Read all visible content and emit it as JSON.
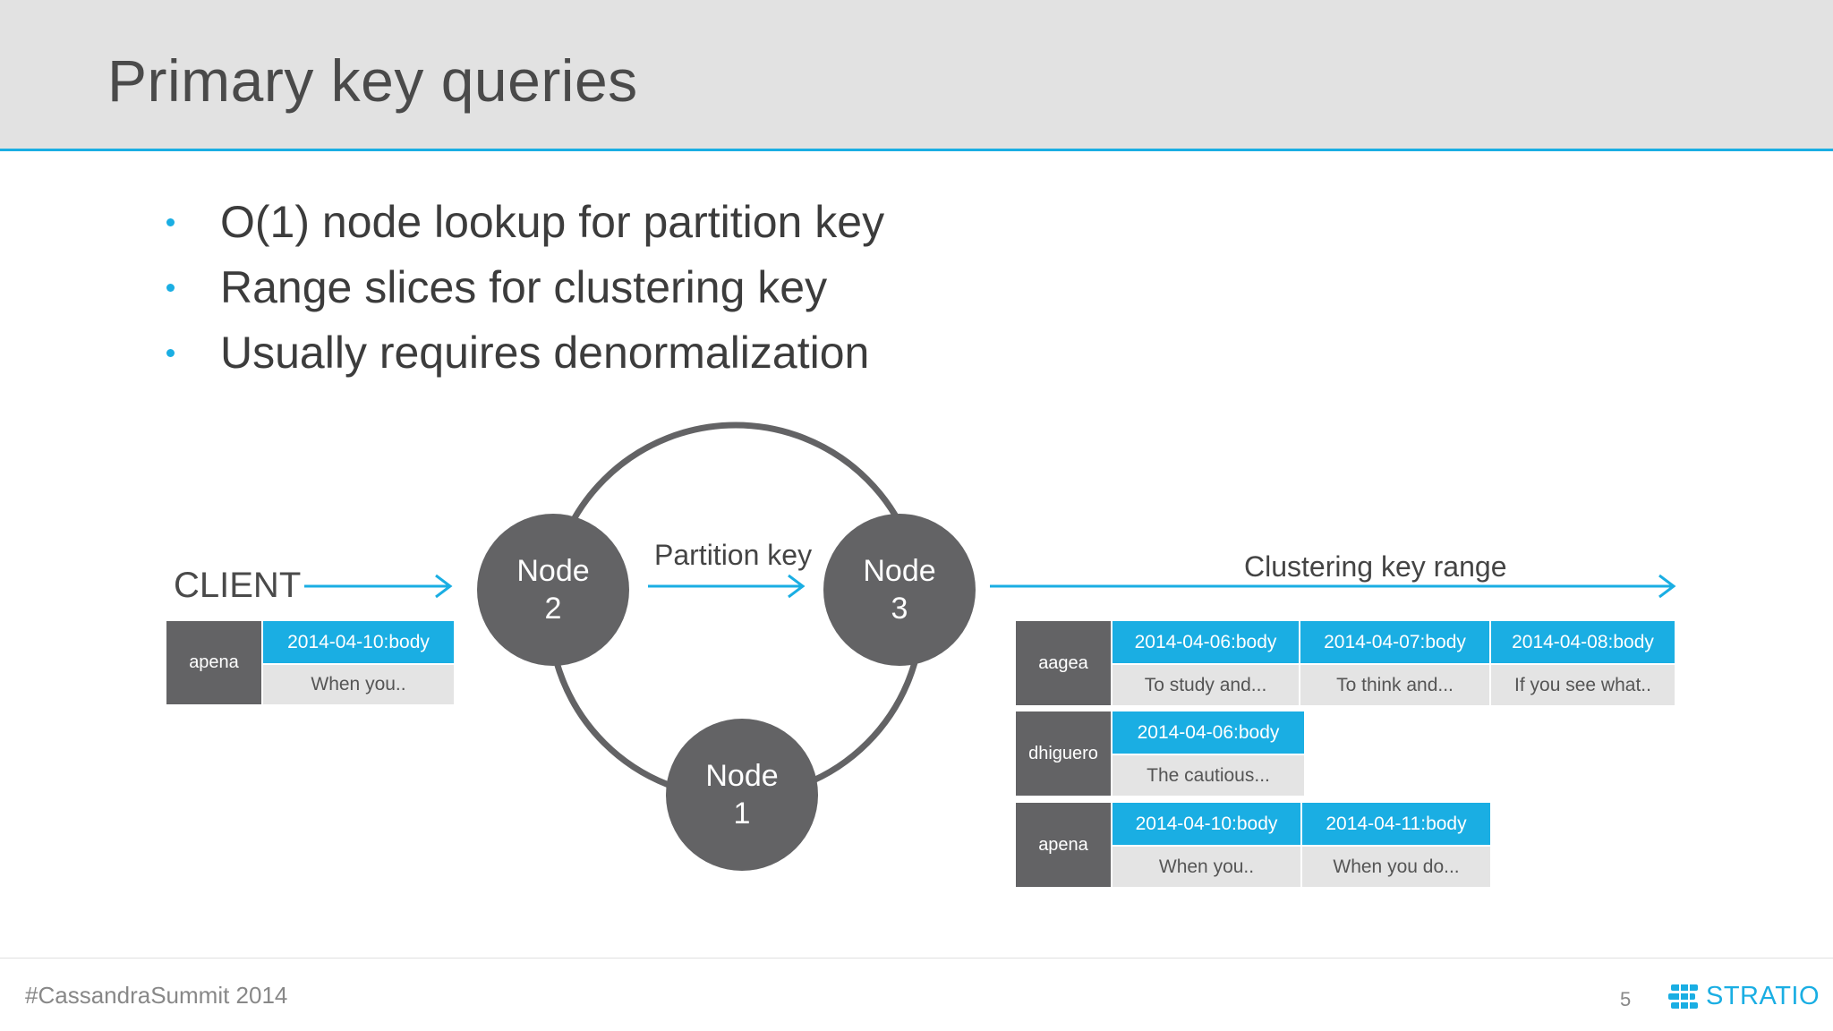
{
  "title": "Primary key queries",
  "bullets": [
    "O(1) node lookup for partition key",
    "Range slices for clustering key",
    "Usually requires denormalization"
  ],
  "diagram": {
    "client_label": "CLIENT",
    "partition_label": "Partition key",
    "clustering_label": "Clustering key range",
    "nodes": [
      {
        "word": "Node",
        "num": "2"
      },
      {
        "word": "Node",
        "num": "3"
      },
      {
        "word": "Node",
        "num": "1"
      }
    ],
    "client_row": {
      "key": "apena",
      "col": "2014-04-10:body",
      "val": "When you.."
    },
    "rows": [
      {
        "key": "aagea",
        "cells": [
          {
            "col": "2014-04-06:body",
            "val": "To study and..."
          },
          {
            "col": "2014-04-07:body",
            "val": "To think and..."
          },
          {
            "col": "2014-04-08:body",
            "val": "If you see what.."
          }
        ]
      },
      {
        "key": "dhiguero",
        "cells": [
          {
            "col": "2014-04-06:body",
            "val": "The cautious..."
          }
        ]
      },
      {
        "key": "apena",
        "cells": [
          {
            "col": "2014-04-10:body",
            "val": "When you.."
          },
          {
            "col": "2014-04-11:body",
            "val": "When you do..."
          }
        ]
      }
    ]
  },
  "footer": {
    "hashtag": "#CassandraSummit 2014",
    "page": "5",
    "logo_text": "STRATIO"
  },
  "colors": {
    "accent": "#1aaee3",
    "node": "#636365",
    "header_bg": "#e2e2e2"
  }
}
